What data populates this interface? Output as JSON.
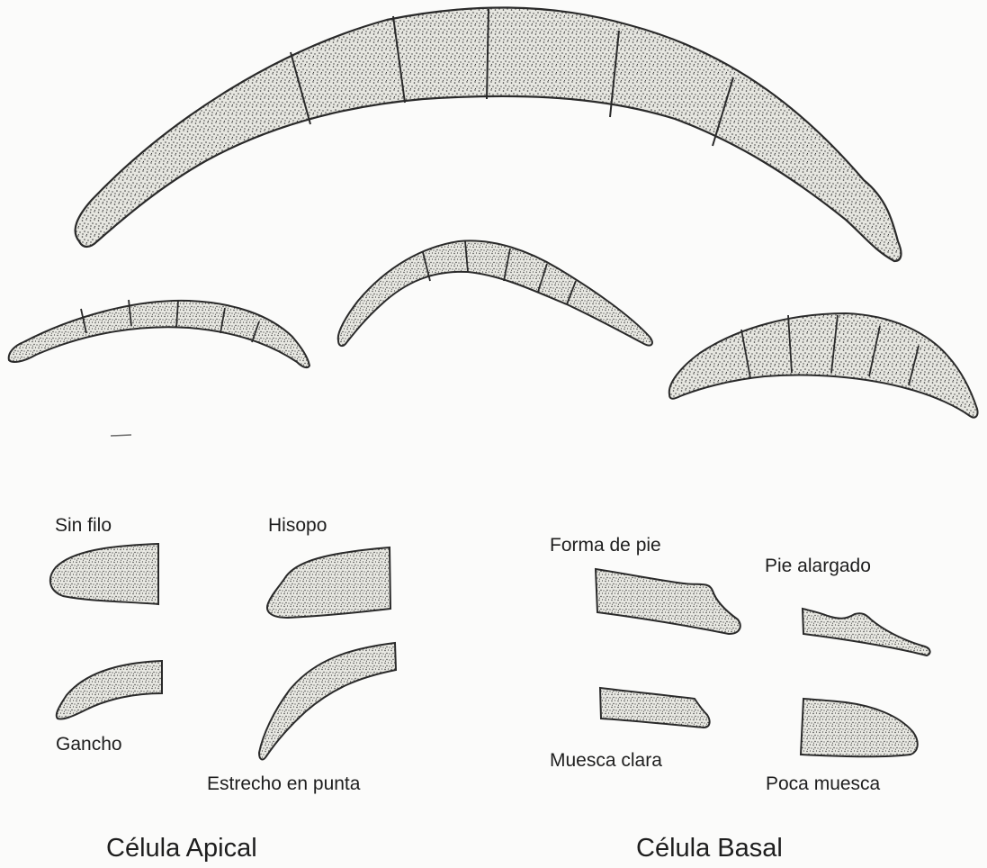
{
  "colors": {
    "background": "#fbfbfa",
    "ink": "#2a2a2a",
    "cell_fill": "#dcdcd6"
  },
  "apical": {
    "caption": "Célula Apical",
    "shapes": {
      "sin_filo": "Sin filo",
      "hisopo": "Hisopo",
      "gancho": "Gancho",
      "estrecho_en_punta": "Estrecho en punta"
    }
  },
  "basal": {
    "caption": "Célula Basal",
    "shapes": {
      "forma_de_pie": "Forma de pie",
      "pie_alargado": "Pie alargado",
      "muesca_clara": "Muesca clara",
      "poca_muesca": "Poca muesca"
    }
  }
}
